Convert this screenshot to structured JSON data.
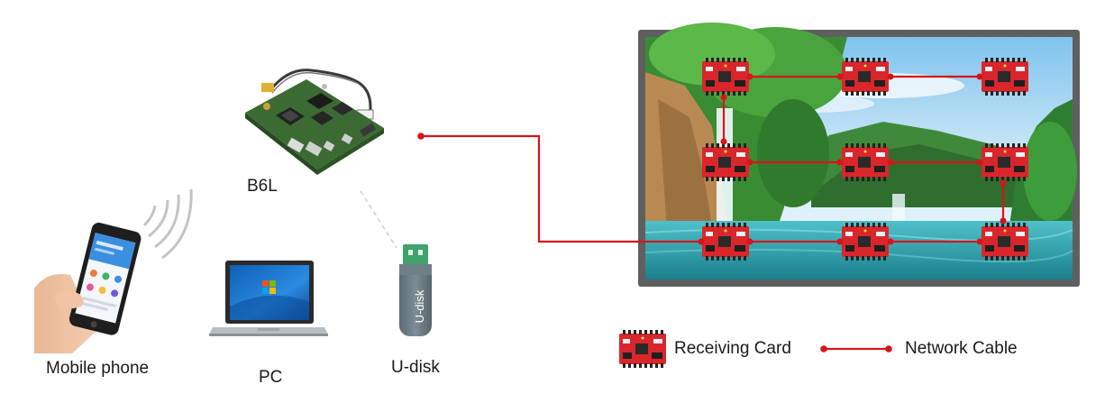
{
  "devices": {
    "controller_label": "B6L",
    "mobile_label": "Mobile phone",
    "pc_label": "PC",
    "udisk_label": "U-disk",
    "udisk_text": "U-disk"
  },
  "legend": {
    "receiving_card": "Receiving Card",
    "network_cable": "Network Cable"
  },
  "colors": {
    "cable": "#d7141a",
    "card": "#d9262b",
    "screen_frame": "#5f5f5f"
  }
}
